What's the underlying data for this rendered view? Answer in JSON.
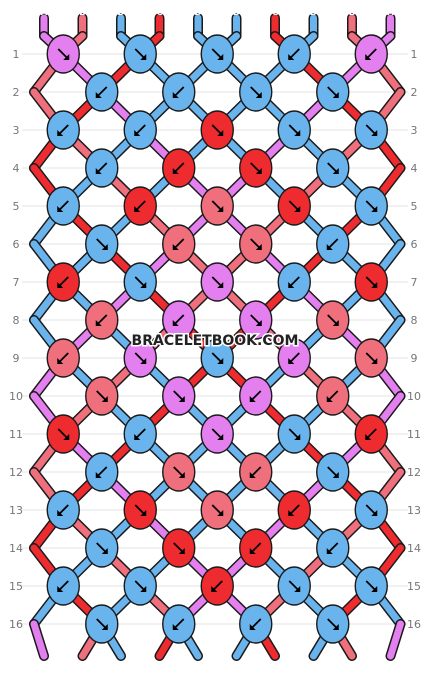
{
  "pattern": {
    "strand_letters_top": [
      "A",
      "B",
      "D",
      "C",
      "D",
      "D",
      "C",
      "D",
      "B",
      "A"
    ],
    "strand_letters_bottom": [
      "A",
      "B",
      "D",
      "C",
      "D",
      "D",
      "C",
      "D",
      "B",
      "A"
    ],
    "letter_colors": {
      "A": "#e47fef",
      "B": "#ef6f7d",
      "C": "#ee2c30",
      "D": "#6ab4ee"
    },
    "row_numbers": [
      "1",
      "2",
      "3",
      "4",
      "5",
      "6",
      "7",
      "8",
      "9",
      "10",
      "11",
      "12",
      "13",
      "14",
      "15",
      "16"
    ],
    "knot_arrow_color": "#000000",
    "rows": [
      [
        {
          "c": "A",
          "a": "se"
        },
        {
          "c": "D",
          "a": "se"
        },
        {
          "c": "D",
          "a": "se"
        },
        {
          "c": "D",
          "a": "sw"
        },
        {
          "c": "A",
          "a": "sw"
        }
      ],
      [
        {
          "c": "D",
          "a": "sw"
        },
        {
          "c": "D",
          "a": "sw"
        },
        {
          "c": "D",
          "a": "se"
        },
        {
          "c": "D",
          "a": "se"
        }
      ],
      [
        {
          "c": "D",
          "a": "sw"
        },
        {
          "c": "D",
          "a": "sw"
        },
        {
          "c": "C",
          "a": "se"
        },
        {
          "c": "D",
          "a": "se"
        },
        {
          "c": "D",
          "a": "se"
        }
      ],
      [
        {
          "c": "D",
          "a": "sw"
        },
        {
          "c": "C",
          "a": "sw"
        },
        {
          "c": "C",
          "a": "se"
        },
        {
          "c": "D",
          "a": "se"
        }
      ],
      [
        {
          "c": "D",
          "a": "sw"
        },
        {
          "c": "C",
          "a": "sw"
        },
        {
          "c": "B",
          "a": "se"
        },
        {
          "c": "C",
          "a": "se"
        },
        {
          "c": "D",
          "a": "se"
        }
      ],
      [
        {
          "c": "D",
          "a": "se"
        },
        {
          "c": "B",
          "a": "sw"
        },
        {
          "c": "B",
          "a": "se"
        },
        {
          "c": "D",
          "a": "sw"
        }
      ],
      [
        {
          "c": "C",
          "a": "sw"
        },
        {
          "c": "D",
          "a": "se"
        },
        {
          "c": "A",
          "a": "se"
        },
        {
          "c": "D",
          "a": "sw"
        },
        {
          "c": "C",
          "a": "se"
        }
      ],
      [
        {
          "c": "B",
          "a": "sw"
        },
        {
          "c": "A",
          "a": "sw"
        },
        {
          "c": "A",
          "a": "se"
        },
        {
          "c": "B",
          "a": "se"
        }
      ],
      [
        {
          "c": "B",
          "a": "sw"
        },
        {
          "c": "A",
          "a": "se"
        },
        {
          "c": "D",
          "a": "se"
        },
        {
          "c": "A",
          "a": "sw"
        },
        {
          "c": "B",
          "a": "se"
        }
      ],
      [
        {
          "c": "B",
          "a": "se"
        },
        {
          "c": "A",
          "a": "se"
        },
        {
          "c": "A",
          "a": "sw"
        },
        {
          "c": "B",
          "a": "sw"
        }
      ],
      [
        {
          "c": "C",
          "a": "se"
        },
        {
          "c": "D",
          "a": "sw"
        },
        {
          "c": "A",
          "a": "se"
        },
        {
          "c": "D",
          "a": "se"
        },
        {
          "c": "C",
          "a": "sw"
        }
      ],
      [
        {
          "c": "D",
          "a": "sw"
        },
        {
          "c": "B",
          "a": "se"
        },
        {
          "c": "B",
          "a": "sw"
        },
        {
          "c": "D",
          "a": "se"
        }
      ],
      [
        {
          "c": "D",
          "a": "sw"
        },
        {
          "c": "C",
          "a": "se"
        },
        {
          "c": "B",
          "a": "se"
        },
        {
          "c": "C",
          "a": "sw"
        },
        {
          "c": "D",
          "a": "se"
        }
      ],
      [
        {
          "c": "D",
          "a": "se"
        },
        {
          "c": "C",
          "a": "se"
        },
        {
          "c": "C",
          "a": "sw"
        },
        {
          "c": "D",
          "a": "sw"
        }
      ],
      [
        {
          "c": "D",
          "a": "sw"
        },
        {
          "c": "D",
          "a": "se"
        },
        {
          "c": "C",
          "a": "sw"
        },
        {
          "c": "D",
          "a": "se"
        },
        {
          "c": "D",
          "a": "se"
        }
      ],
      [
        {
          "c": "D",
          "a": "se"
        },
        {
          "c": "D",
          "a": "sw"
        },
        {
          "c": "D",
          "a": "sw"
        },
        {
          "c": "D",
          "a": "se"
        }
      ]
    ]
  },
  "watermark": "BRACELETBOOK.COM",
  "colors": {
    "outline": "#1a1a1a",
    "grid_line": "#c8c8c8",
    "label_text": "#777777",
    "watermark_fill": "#222222",
    "watermark_stroke": "#ffffff",
    "strand_letter_fill": "#ffffff"
  }
}
